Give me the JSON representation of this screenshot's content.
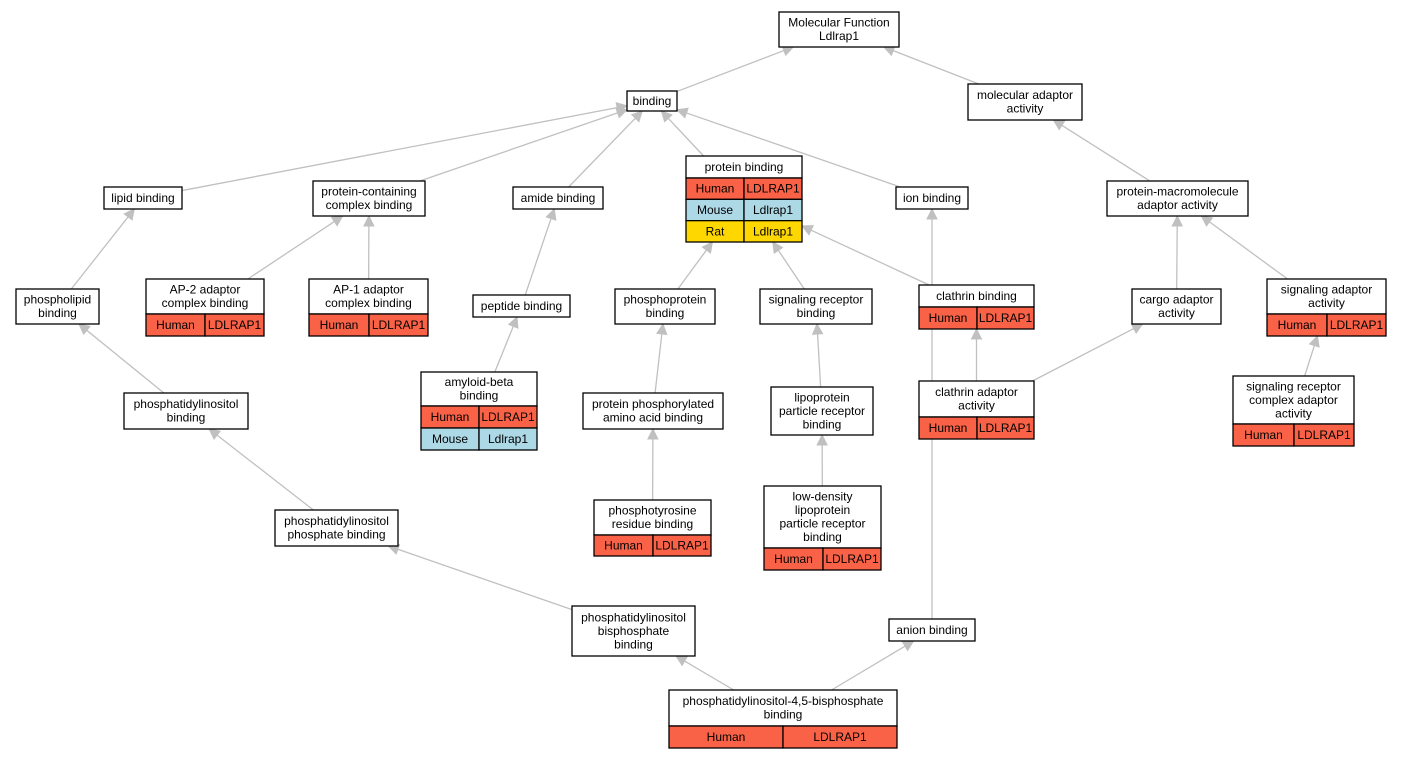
{
  "colors": {
    "human": "#fa6247",
    "mouse": "#add8e6",
    "rat": "#ffd700",
    "edge": "#c0c0c0"
  },
  "nodes": [
    {
      "id": "mf",
      "lines": [
        "Molecular Function",
        "Ldlrap1"
      ],
      "species": []
    },
    {
      "id": "binding",
      "lines": [
        "binding"
      ],
      "species": []
    },
    {
      "id": "molecular-adaptor-activity",
      "lines": [
        "molecular adaptor",
        "activity"
      ],
      "species": []
    },
    {
      "id": "lipid-binding",
      "lines": [
        "lipid binding"
      ],
      "species": []
    },
    {
      "id": "protein-containing-complex-binding",
      "lines": [
        "protein-containing",
        "complex binding"
      ],
      "species": []
    },
    {
      "id": "amide-binding",
      "lines": [
        "amide binding"
      ],
      "species": []
    },
    {
      "id": "protein-binding",
      "lines": [
        "protein binding"
      ],
      "species": [
        {
          "species": "Human",
          "gene": "LDLRAP1",
          "key": "human"
        },
        {
          "species": "Mouse",
          "gene": "Ldlrap1",
          "key": "mouse"
        },
        {
          "species": "Rat",
          "gene": "Ldlrap1",
          "key": "rat"
        }
      ]
    },
    {
      "id": "ion-binding",
      "lines": [
        "ion binding"
      ],
      "species": []
    },
    {
      "id": "protein-macromolecule-adaptor-activity",
      "lines": [
        "protein-macromolecule",
        "adaptor activity"
      ],
      "species": []
    },
    {
      "id": "phospholipid-binding",
      "lines": [
        "phospholipid",
        "binding"
      ],
      "species": []
    },
    {
      "id": "ap2-adaptor-complex-binding",
      "lines": [
        "AP-2 adaptor",
        "complex binding"
      ],
      "species": [
        {
          "species": "Human",
          "gene": "LDLRAP1",
          "key": "human"
        }
      ]
    },
    {
      "id": "ap1-adaptor-complex-binding",
      "lines": [
        "AP-1 adaptor",
        "complex binding"
      ],
      "species": [
        {
          "species": "Human",
          "gene": "LDLRAP1",
          "key": "human"
        }
      ]
    },
    {
      "id": "peptide-binding",
      "lines": [
        "peptide binding"
      ],
      "species": []
    },
    {
      "id": "phosphoprotein-binding",
      "lines": [
        "phosphoprotein",
        "binding"
      ],
      "species": []
    },
    {
      "id": "signaling-receptor-binding",
      "lines": [
        "signaling receptor",
        "binding"
      ],
      "species": []
    },
    {
      "id": "clathrin-binding",
      "lines": [
        "clathrin binding"
      ],
      "species": [
        {
          "species": "Human",
          "gene": "LDLRAP1",
          "key": "human"
        }
      ]
    },
    {
      "id": "cargo-adaptor-activity",
      "lines": [
        "cargo adaptor",
        "activity"
      ],
      "species": []
    },
    {
      "id": "signaling-adaptor-activity",
      "lines": [
        "signaling adaptor",
        "activity"
      ],
      "species": [
        {
          "species": "Human",
          "gene": "LDLRAP1",
          "key": "human"
        }
      ]
    },
    {
      "id": "amyloid-beta-binding",
      "lines": [
        "amyloid-beta",
        "binding"
      ],
      "species": [
        {
          "species": "Human",
          "gene": "LDLRAP1",
          "key": "human"
        },
        {
          "species": "Mouse",
          "gene": "Ldlrap1",
          "key": "mouse"
        }
      ]
    },
    {
      "id": "phosphatidylinositol-binding",
      "lines": [
        "phosphatidylinositol",
        "binding"
      ],
      "species": []
    },
    {
      "id": "protein-phosphorylated-amino-acid-binding",
      "lines": [
        "protein phosphorylated",
        "amino acid binding"
      ],
      "species": []
    },
    {
      "id": "lipoprotein-particle-receptor-binding",
      "lines": [
        "lipoprotein",
        "particle receptor",
        "binding"
      ],
      "species": []
    },
    {
      "id": "clathrin-adaptor-activity",
      "lines": [
        "clathrin adaptor",
        "activity"
      ],
      "species": [
        {
          "species": "Human",
          "gene": "LDLRAP1",
          "key": "human"
        }
      ]
    },
    {
      "id": "signaling-receptor-complex-adaptor-activity",
      "lines": [
        "signaling receptor",
        "complex adaptor",
        "activity"
      ],
      "species": [
        {
          "species": "Human",
          "gene": "LDLRAP1",
          "key": "human"
        }
      ]
    },
    {
      "id": "phosphatidylinositol-phosphate-binding",
      "lines": [
        "phosphatidylinositol",
        "phosphate binding"
      ],
      "species": []
    },
    {
      "id": "phosphotyrosine-residue-binding",
      "lines": [
        "phosphotyrosine",
        "residue binding"
      ],
      "species": [
        {
          "species": "Human",
          "gene": "LDLRAP1",
          "key": "human"
        }
      ]
    },
    {
      "id": "ldl-particle-receptor-binding",
      "lines": [
        "low-density",
        "lipoprotein",
        "particle receptor",
        "binding"
      ],
      "species": [
        {
          "species": "Human",
          "gene": "LDLRAP1",
          "key": "human"
        }
      ]
    },
    {
      "id": "phosphatidylinositol-bisphosphate-binding",
      "lines": [
        "phosphatidylinositol",
        "bisphosphate",
        "binding"
      ],
      "species": []
    },
    {
      "id": "anion-binding",
      "lines": [
        "anion binding"
      ],
      "species": []
    },
    {
      "id": "pip2-binding",
      "lines": [
        "phosphatidylinositol-4,5-bisphosphate",
        "binding"
      ],
      "species": [
        {
          "species": "Human",
          "gene": "LDLRAP1",
          "key": "human"
        }
      ]
    }
  ],
  "edges": [
    {
      "from": "binding",
      "to": "mf"
    },
    {
      "from": "molecular-adaptor-activity",
      "to": "mf"
    },
    {
      "from": "lipid-binding",
      "to": "binding"
    },
    {
      "from": "protein-containing-complex-binding",
      "to": "binding"
    },
    {
      "from": "amide-binding",
      "to": "binding"
    },
    {
      "from": "protein-binding",
      "to": "binding"
    },
    {
      "from": "ion-binding",
      "to": "binding"
    },
    {
      "from": "protein-macromolecule-adaptor-activity",
      "to": "molecular-adaptor-activity"
    },
    {
      "from": "phospholipid-binding",
      "to": "lipid-binding"
    },
    {
      "from": "ap2-adaptor-complex-binding",
      "to": "protein-containing-complex-binding"
    },
    {
      "from": "ap1-adaptor-complex-binding",
      "to": "protein-containing-complex-binding"
    },
    {
      "from": "peptide-binding",
      "to": "amide-binding"
    },
    {
      "from": "phosphoprotein-binding",
      "to": "protein-binding"
    },
    {
      "from": "signaling-receptor-binding",
      "to": "protein-binding"
    },
    {
      "from": "clathrin-binding",
      "to": "protein-binding"
    },
    {
      "from": "cargo-adaptor-activity",
      "to": "protein-macromolecule-adaptor-activity"
    },
    {
      "from": "signaling-adaptor-activity",
      "to": "protein-macromolecule-adaptor-activity"
    },
    {
      "from": "amyloid-beta-binding",
      "to": "peptide-binding"
    },
    {
      "from": "phosphatidylinositol-binding",
      "to": "phospholipid-binding"
    },
    {
      "from": "protein-phosphorylated-amino-acid-binding",
      "to": "phosphoprotein-binding"
    },
    {
      "from": "lipoprotein-particle-receptor-binding",
      "to": "signaling-receptor-binding"
    },
    {
      "from": "clathrin-adaptor-activity",
      "to": "clathrin-binding"
    },
    {
      "from": "clathrin-adaptor-activity",
      "to": "cargo-adaptor-activity"
    },
    {
      "from": "signaling-receptor-complex-adaptor-activity",
      "to": "signaling-adaptor-activity"
    },
    {
      "from": "phosphatidylinositol-phosphate-binding",
      "to": "phosphatidylinositol-binding"
    },
    {
      "from": "phosphotyrosine-residue-binding",
      "to": "protein-phosphorylated-amino-acid-binding"
    },
    {
      "from": "ldl-particle-receptor-binding",
      "to": "lipoprotein-particle-receptor-binding"
    },
    {
      "from": "phosphatidylinositol-bisphosphate-binding",
      "to": "phosphatidylinositol-phosphate-binding"
    },
    {
      "from": "anion-binding",
      "to": "ion-binding"
    },
    {
      "from": "pip2-binding",
      "to": "phosphatidylinositol-bisphosphate-binding"
    },
    {
      "from": "pip2-binding",
      "to": "anion-binding"
    }
  ]
}
